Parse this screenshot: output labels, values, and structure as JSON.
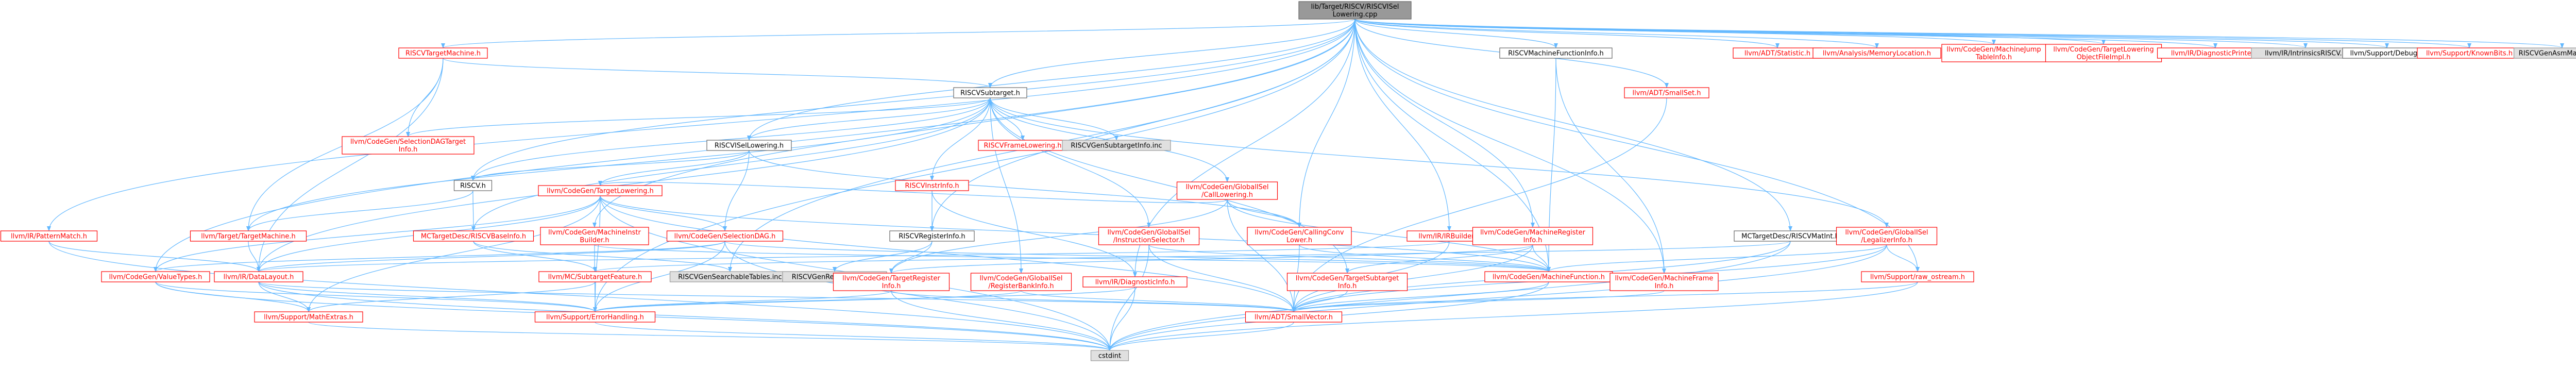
{
  "colors": {
    "root_fill": "#999999",
    "root_stroke": "#666666",
    "documented_fill": "#ffffff",
    "documented_stroke": "#666666",
    "undocumented_fill": "#e0e0e0",
    "undocumented_stroke": "#999999",
    "red_node_text": "#ff0000",
    "black_node_text": "#000000",
    "edge": "#63b8ff"
  },
  "diagram": {
    "nodes": [
      {
        "id": "root",
        "lines": [
          "lib/Target/RISCV/RISCVISel",
          "Lowering.cpp"
        ],
        "style": "root"
      },
      {
        "id": "RISCVTargetMachine_h",
        "lines": [
          "RISCVTargetMachine.h"
        ],
        "style": "red"
      },
      {
        "id": "RISCVSubtarget_h",
        "lines": [
          "RISCVSubtarget.h"
        ],
        "style": "black"
      },
      {
        "id": "RISCVMachineFunctionInfo_h",
        "lines": [
          "RISCVMachineFunctionInfo.h"
        ],
        "style": "black"
      },
      {
        "id": "ADT_SmallSet_h",
        "lines": [
          "llvm/ADT/SmallSet.h"
        ],
        "style": "red"
      },
      {
        "id": "ADT_Statistic_h",
        "lines": [
          "llvm/ADT/Statistic.h"
        ],
        "style": "red"
      },
      {
        "id": "Analysis_MemoryLocation_h",
        "lines": [
          "llvm/Analysis/MemoryLocation.h"
        ],
        "style": "red"
      },
      {
        "id": "CodeGen_MachineJumpTableInfo_h",
        "lines": [
          "llvm/CodeGen/MachineJump",
          "TableInfo.h"
        ],
        "style": "red"
      },
      {
        "id": "CodeGen_TargetLoweringObjectFileImpl_h",
        "lines": [
          "llvm/CodeGen/TargetLowering",
          "ObjectFileImpl.h"
        ],
        "style": "red"
      },
      {
        "id": "IR_DiagnosticPrinter_h",
        "lines": [
          "llvm/IR/DiagnosticPrinter.h"
        ],
        "style": "red"
      },
      {
        "id": "IR_IntrinsicsRISCV_h",
        "lines": [
          "llvm/IR/IntrinsicsRISCV.h"
        ],
        "style": "gray"
      },
      {
        "id": "Support_Debug_h",
        "lines": [
          "llvm/Support/Debug.h"
        ],
        "style": "black"
      },
      {
        "id": "Support_KnownBits_h",
        "lines": [
          "llvm/Support/KnownBits.h"
        ],
        "style": "red"
      },
      {
        "id": "RISCVGenAsmMatcher_inc",
        "lines": [
          "RISCVGenAsmMatcher.inc"
        ],
        "style": "gray"
      },
      {
        "id": "IR_PatternMatch_h",
        "lines": [
          "llvm/IR/PatternMatch.h"
        ],
        "style": "red"
      },
      {
        "id": "CodeGen_SelectionDAGTargetInfo_h",
        "lines": [
          "llvm/CodeGen/SelectionDAGTarget",
          "Info.h"
        ],
        "style": "red"
      },
      {
        "id": "RISCVFrameLowering_h",
        "lines": [
          "RISCVFrameLowering.h"
        ],
        "style": "red"
      },
      {
        "id": "RISCVGenSubtargetInfo_inc",
        "lines": [
          "RISCVGenSubtargetInfo.inc"
        ],
        "style": "gray"
      },
      {
        "id": "RISCVISelLowering_h",
        "lines": [
          "RISCVISelLowering.h"
        ],
        "style": "black"
      },
      {
        "id": "RISCV_h",
        "lines": [
          "RISCV.h"
        ],
        "style": "black"
      },
      {
        "id": "CodeGen_TargetLowering_h",
        "lines": [
          "llvm/CodeGen/TargetLowering.h"
        ],
        "style": "red"
      },
      {
        "id": "RISCVInstrInfo_h",
        "lines": [
          "RISCVInstrInfo.h"
        ],
        "style": "red"
      },
      {
        "id": "CodeGen_GlobalISel_CallLowering_h",
        "lines": [
          "llvm/CodeGen/GlobalISel",
          "/CallLowering.h"
        ],
        "style": "red"
      },
      {
        "id": "IR_IRBuilder_h",
        "lines": [
          "llvm/IR/IRBuilder.h"
        ],
        "style": "red"
      },
      {
        "id": "CodeGen_MachineRegisterInfo_h",
        "lines": [
          "llvm/CodeGen/MachineRegister",
          "Info.h"
        ],
        "style": "red"
      },
      {
        "id": "MCTargetDesc_RISCVMatInt_h",
        "lines": [
          "MCTargetDesc/RISCVMatInt.h"
        ],
        "style": "black"
      },
      {
        "id": "CodeGen_GlobalISel_LegalizerInfo_h",
        "lines": [
          "llvm/CodeGen/GlobalISel",
          "/LegalizerInfo.h"
        ],
        "style": "red"
      },
      {
        "id": "Target_TargetMachine_h",
        "lines": [
          "llvm/Target/TargetMachine.h"
        ],
        "style": "red"
      },
      {
        "id": "MCTargetDesc_RISCVBaseInfo_h",
        "lines": [
          "MCTargetDesc/RISCVBaseInfo.h"
        ],
        "style": "red"
      },
      {
        "id": "CodeGen_MachineInstrBuilder_h",
        "lines": [
          "llvm/CodeGen/MachineInstr",
          "Builder.h"
        ],
        "style": "red"
      },
      {
        "id": "CodeGen_SelectionDAG_h",
        "lines": [
          "llvm/CodeGen/SelectionDAG.h"
        ],
        "style": "red"
      },
      {
        "id": "RISCVRegisterInfo_h",
        "lines": [
          "RISCVRegisterInfo.h"
        ],
        "style": "black"
      },
      {
        "id": "CodeGen_GlobalISel_InstructionSelector_h",
        "lines": [
          "llvm/CodeGen/GlobalISel",
          "/InstructionSelector.h"
        ],
        "style": "red"
      },
      {
        "id": "CodeGen_CallingConvLower_h",
        "lines": [
          "llvm/CodeGen/CallingConv",
          "Lower.h"
        ],
        "style": "red"
      },
      {
        "id": "MC_SubtargetFeature_h",
        "lines": [
          "llvm/MC/SubtargetFeature.h"
        ],
        "style": "red"
      },
      {
        "id": "RISCVGenSearchableTables_inc",
        "lines": [
          "RISCVGenSearchableTables.inc"
        ],
        "style": "gray"
      },
      {
        "id": "RISCVGenRegisterInfo_inc",
        "lines": [
          "RISCVGenRegisterInfo.inc"
        ],
        "style": "gray"
      },
      {
        "id": "CodeGen_TargetRegisterInfo_h",
        "lines": [
          "llvm/CodeGen/TargetRegister",
          "Info.h"
        ],
        "style": "red"
      },
      {
        "id": "CodeGen_GlobalISel_RegisterBankInfo_h",
        "lines": [
          "llvm/CodeGen/GlobalISel",
          "/RegisterBankInfo.h"
        ],
        "style": "red"
      },
      {
        "id": "IR_DiagnosticInfo_h",
        "lines": [
          "llvm/IR/DiagnosticInfo.h"
        ],
        "style": "red"
      },
      {
        "id": "CodeGen_TargetSubtargetInfo_h",
        "lines": [
          "llvm/CodeGen/TargetSubtarget",
          "Info.h"
        ],
        "style": "red"
      },
      {
        "id": "CodeGen_MachineFunction_h",
        "lines": [
          "llvm/CodeGen/MachineFunction.h"
        ],
        "style": "red"
      },
      {
        "id": "CodeGen_MachineFrameInfo_h",
        "lines": [
          "llvm/CodeGen/MachineFrame",
          "Info.h"
        ],
        "style": "red"
      },
      {
        "id": "Support_raw_ostream_h",
        "lines": [
          "llvm/Support/raw_ostream.h"
        ],
        "style": "red"
      },
      {
        "id": "CodeGen_ValueTypes_h",
        "lines": [
          "llvm/CodeGen/ValueTypes.h"
        ],
        "style": "red"
      },
      {
        "id": "IR_DataLayout_h",
        "lines": [
          "llvm/IR/DataLayout.h"
        ],
        "style": "red"
      },
      {
        "id": "Support_MathExtras_h",
        "lines": [
          "llvm/Support/MathExtras.h"
        ],
        "style": "red"
      },
      {
        "id": "Support_ErrorHandling_h",
        "lines": [
          "llvm/Support/ErrorHandling.h"
        ],
        "style": "red"
      },
      {
        "id": "ADT_SmallVector_h",
        "lines": [
          "llvm/ADT/SmallVector.h"
        ],
        "style": "red"
      },
      {
        "id": "cstdint",
        "lines": [
          "cstdint"
        ],
        "style": "gray"
      }
    ],
    "edges": [
      [
        "root",
        "RISCVTargetMachine_h"
      ],
      [
        "root",
        "RISCVSubtarget_h"
      ],
      [
        "root",
        "RISCVMachineFunctionInfo_h"
      ],
      [
        "root",
        "ADT_SmallSet_h"
      ],
      [
        "root",
        "ADT_Statistic_h"
      ],
      [
        "root",
        "Analysis_MemoryLocation_h"
      ],
      [
        "root",
        "CodeGen_MachineJumpTableInfo_h"
      ],
      [
        "root",
        "CodeGen_TargetLoweringObjectFileImpl_h"
      ],
      [
        "root",
        "IR_DiagnosticPrinter_h"
      ],
      [
        "root",
        "IR_IntrinsicsRISCV_h"
      ],
      [
        "root",
        "Support_Debug_h"
      ],
      [
        "root",
        "Support_KnownBits_h"
      ],
      [
        "root",
        "RISCVGenAsmMatcher_inc"
      ],
      [
        "root",
        "IR_PatternMatch_h"
      ],
      [
        "root",
        "RISCVISelLowering_h"
      ],
      [
        "root",
        "RISCV_h"
      ],
      [
        "root",
        "RISCVRegisterInfo_h"
      ],
      [
        "root",
        "MCTargetDesc_RISCVMatInt_h"
      ],
      [
        "root",
        "CodeGen_MachineInstrBuilder_h"
      ],
      [
        "root",
        "CodeGen_MachineFunction_h"
      ],
      [
        "root",
        "CodeGen_MachineFrameInfo_h"
      ],
      [
        "root",
        "CodeGen_MachineRegisterInfo_h"
      ],
      [
        "root",
        "IR_IRBuilder_h"
      ],
      [
        "root",
        "CodeGen_CallingConvLower_h"
      ],
      [
        "root",
        "Support_raw_ostream_h"
      ],
      [
        "root",
        "CodeGen_ValueTypes_h"
      ],
      [
        "root",
        "Support_ErrorHandling_h"
      ],
      [
        "root",
        "IR_DiagnosticInfo_h"
      ],
      [
        "root",
        "RISCVGenSearchableTables_inc"
      ],
      [
        "RISCVTargetMachine_h",
        "RISCVSubtarget_h"
      ],
      [
        "RISCVTargetMachine_h",
        "Target_TargetMachine_h"
      ],
      [
        "RISCVTargetMachine_h",
        "CodeGen_SelectionDAGTargetInfo_h"
      ],
      [
        "RISCVTargetMachine_h",
        "IR_DataLayout_h"
      ],
      [
        "RISCVSubtarget_h",
        "CodeGen_SelectionDAGTargetInfo_h"
      ],
      [
        "RISCVSubtarget_h",
        "RISCVFrameLowering_h"
      ],
      [
        "RISCVSubtarget_h",
        "RISCVGenSubtargetInfo_inc"
      ],
      [
        "RISCVSubtarget_h",
        "RISCVISelLowering_h"
      ],
      [
        "RISCVSubtarget_h",
        "RISCVInstrInfo_h"
      ],
      [
        "RISCVSubtarget_h",
        "CodeGen_GlobalISel_CallLowering_h"
      ],
      [
        "RISCVSubtarget_h",
        "CodeGen_GlobalISel_InstructionSelector_h"
      ],
      [
        "RISCVSubtarget_h",
        "CodeGen_GlobalISel_LegalizerInfo_h"
      ],
      [
        "RISCVSubtarget_h",
        "CodeGen_GlobalISel_RegisterBankInfo_h"
      ],
      [
        "RISCVSubtarget_h",
        "CodeGen_TargetSubtargetInfo_h"
      ],
      [
        "RISCVSubtarget_h",
        "IR_DataLayout_h"
      ],
      [
        "RISCVSubtarget_h",
        "Target_TargetMachine_h"
      ],
      [
        "RISCVSubtarget_h",
        "MCTargetDesc_RISCVBaseInfo_h"
      ],
      [
        "RISCVSubtarget_h",
        "RISCV_h"
      ],
      [
        "RISCVMachineFunctionInfo_h",
        "CodeGen_MachineFunction_h"
      ],
      [
        "RISCVMachineFunctionInfo_h",
        "CodeGen_MachineFrameInfo_h"
      ],
      [
        "ADT_SmallSet_h",
        "ADT_SmallVector_h"
      ],
      [
        "IR_PatternMatch_h",
        "IR_DataLayout_h"
      ],
      [
        "IR_PatternMatch_h",
        "cstdint"
      ],
      [
        "RISCVISelLowering_h",
        "RISCV_h"
      ],
      [
        "RISCVISelLowering_h",
        "CodeGen_CallingConvLower_h"
      ],
      [
        "RISCVISelLowering_h",
        "CodeGen_SelectionDAG_h"
      ],
      [
        "RISCVISelLowering_h",
        "CodeGen_TargetLowering_h"
      ],
      [
        "RISCV_h",
        "MCTargetDesc_RISCVBaseInfo_h"
      ],
      [
        "RISCV_h",
        "Target_TargetMachine_h"
      ],
      [
        "CodeGen_TargetLowering_h",
        "CodeGen_SelectionDAG_h"
      ],
      [
        "CodeGen_TargetLowering_h",
        "CodeGen_ValueTypes_h"
      ],
      [
        "CodeGen_TargetLowering_h",
        "IR_DataLayout_h"
      ],
      [
        "CodeGen_TargetLowering_h",
        "Support_ErrorHandling_h"
      ],
      [
        "CodeGen_TargetLowering_h",
        "Support_MathExtras_h"
      ],
      [
        "CodeGen_TargetLowering_h",
        "CodeGen_MachineFunction_h"
      ],
      [
        "CodeGen_TargetLowering_h",
        "ADT_SmallVector_h"
      ],
      [
        "CodeGen_TargetLowering_h",
        "cstdint"
      ],
      [
        "RISCVInstrInfo_h",
        "RISCVRegisterInfo_h"
      ],
      [
        "RISCVInstrInfo_h",
        "IR_DiagnosticInfo_h"
      ],
      [
        "CodeGen_GlobalISel_CallLowering_h",
        "CodeGen_CallingConvLower_h"
      ],
      [
        "CodeGen_GlobalISel_CallLowering_h",
        "CodeGen_MachineFunction_h"
      ],
      [
        "CodeGen_GlobalISel_CallLowering_h",
        "CodeGen_TargetLowering_h"
      ],
      [
        "CodeGen_GlobalISel_CallLowering_h",
        "CodeGen_TargetRegisterInfo_h"
      ],
      [
        "CodeGen_GlobalISel_CallLowering_h",
        "ADT_SmallVector_h"
      ],
      [
        "IR_IRBuilder_h",
        "IR_DataLayout_h"
      ],
      [
        "IR_IRBuilder_h",
        "ADT_SmallVector_h"
      ],
      [
        "CodeGen_MachineRegisterInfo_h",
        "CodeGen_MachineFunction_h"
      ],
      [
        "CodeGen_MachineRegisterInfo_h",
        "CodeGen_TargetRegisterInfo_h"
      ],
      [
        "CodeGen_MachineRegisterInfo_h",
        "CodeGen_TargetSubtargetInfo_h"
      ],
      [
        "CodeGen_MachineRegisterInfo_h",
        "ADT_SmallVector_h"
      ],
      [
        "MCTargetDesc_RISCVMatInt_h",
        "MC_SubtargetFeature_h"
      ],
      [
        "MCTargetDesc_RISCVMatInt_h",
        "ADT_SmallVector_h"
      ],
      [
        "MCTargetDesc_RISCVMatInt_h",
        "cstdint"
      ],
      [
        "CodeGen_GlobalISel_LegalizerInfo_h",
        "CodeGen_MachineFunction_h"
      ],
      [
        "CodeGen_GlobalISel_LegalizerInfo_h",
        "Support_raw_ostream_h"
      ],
      [
        "CodeGen_GlobalISel_LegalizerInfo_h",
        "ADT_SmallVector_h"
      ],
      [
        "CodeGen_GlobalISel_LegalizerInfo_h",
        "cstdint"
      ],
      [
        "Target_TargetMachine_h",
        "IR_DataLayout_h"
      ],
      [
        "MCTargetDesc_RISCVBaseInfo_h",
        "MC_SubtargetFeature_h"
      ],
      [
        "MCTargetDesc_RISCVBaseInfo_h",
        "RISCVGenSearchableTables_inc"
      ],
      [
        "CodeGen_MachineInstrBuilder_h",
        "CodeGen_MachineFunction_h"
      ],
      [
        "CodeGen_MachineInstrBuilder_h",
        "Support_ErrorHandling_h"
      ],
      [
        "CodeGen_SelectionDAG_h",
        "CodeGen_ValueTypes_h"
      ],
      [
        "CodeGen_SelectionDAG_h",
        "Support_ErrorHandling_h"
      ],
      [
        "CodeGen_SelectionDAG_h",
        "CodeGen_MachineFunction_h"
      ],
      [
        "CodeGen_SelectionDAG_h",
        "IR_DataLayout_h"
      ],
      [
        "CodeGen_SelectionDAG_h",
        "cstdint"
      ],
      [
        "RISCVRegisterInfo_h",
        "RISCVGenRegisterInfo_inc"
      ],
      [
        "RISCVRegisterInfo_h",
        "CodeGen_TargetRegisterInfo_h"
      ],
      [
        "CodeGen_GlobalISel_InstructionSelector_h",
        "ADT_SmallVector_h"
      ],
      [
        "CodeGen_GlobalISel_InstructionSelector_h",
        "CodeGen_MachineFunction_h"
      ],
      [
        "CodeGen_GlobalISel_InstructionSelector_h",
        "cstdint"
      ],
      [
        "CodeGen_CallingConvLower_h",
        "CodeGen_MachineFunction_h"
      ],
      [
        "CodeGen_CallingConvLower_h",
        "ADT_SmallVector_h"
      ],
      [
        "MC_SubtargetFeature_h",
        "Support_MathExtras_h"
      ],
      [
        "CodeGen_TargetRegisterInfo_h",
        "Support_ErrorHandling_h"
      ],
      [
        "CodeGen_TargetRegisterInfo_h",
        "ADT_SmallVector_h"
      ],
      [
        "CodeGen_TargetRegisterInfo_h",
        "cstdint"
      ],
      [
        "CodeGen_GlobalISel_RegisterBankInfo_h",
        "ADT_SmallVector_h"
      ],
      [
        "CodeGen_GlobalISel_RegisterBankInfo_h",
        "Support_ErrorHandling_h"
      ],
      [
        "IR_DiagnosticInfo_h",
        "Support_ErrorHandling_h"
      ],
      [
        "IR_DiagnosticInfo_h",
        "cstdint"
      ],
      [
        "CodeGen_TargetSubtargetInfo_h",
        "ADT_SmallVector_h"
      ],
      [
        "CodeGen_MachineFunction_h",
        "ADT_SmallVector_h"
      ],
      [
        "CodeGen_MachineFunction_h",
        "cstdint"
      ],
      [
        "CodeGen_MachineFrameInfo_h",
        "ADT_SmallVector_h"
      ],
      [
        "Support_raw_ostream_h",
        "ADT_SmallVector_h"
      ],
      [
        "Support_raw_ostream_h",
        "cstdint"
      ],
      [
        "CodeGen_ValueTypes_h",
        "Support_MathExtras_h"
      ],
      [
        "CodeGen_ValueTypes_h",
        "Support_ErrorHandling_h"
      ],
      [
        "CodeGen_ValueTypes_h",
        "cstdint"
      ],
      [
        "IR_DataLayout_h",
        "Support_MathExtras_h"
      ],
      [
        "IR_DataLayout_h",
        "Support_ErrorHandling_h"
      ],
      [
        "IR_DataLayout_h",
        "ADT_SmallVector_h"
      ],
      [
        "IR_DataLayout_h",
        "cstdint"
      ],
      [
        "Support_MathExtras_h",
        "cstdint"
      ],
      [
        "Support_ErrorHandling_h",
        "cstdint"
      ],
      [
        "ADT_SmallVector_h",
        "cstdint"
      ]
    ]
  }
}
